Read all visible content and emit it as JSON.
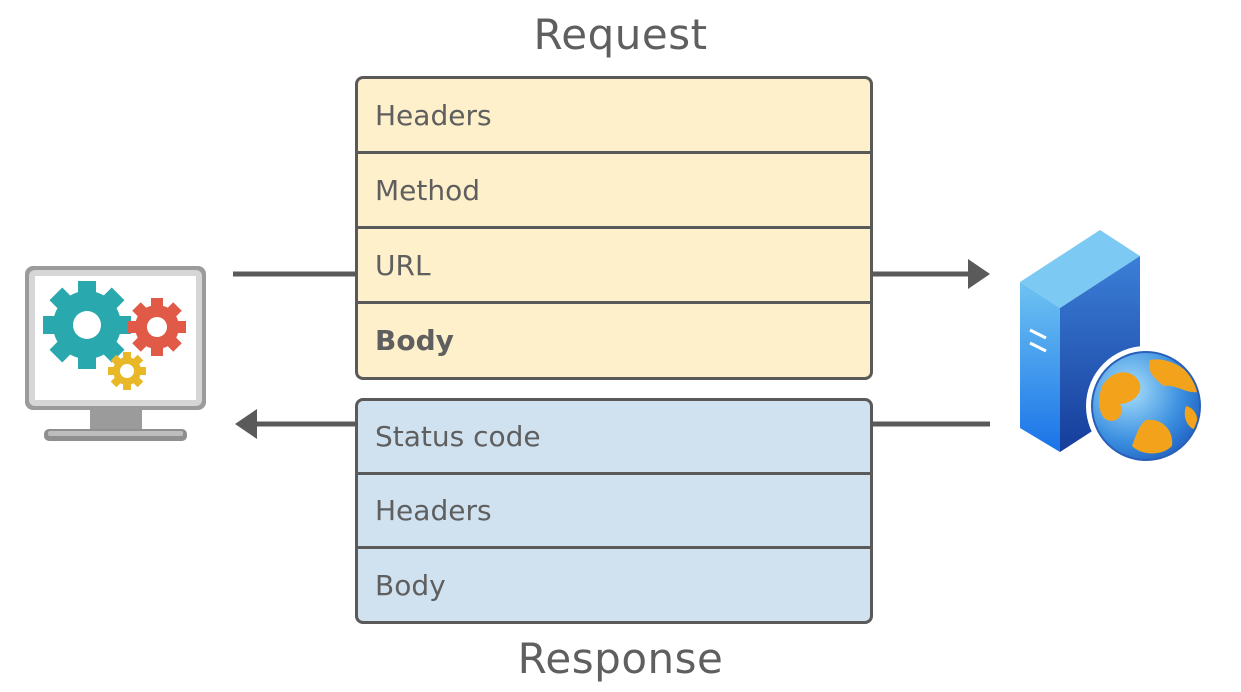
{
  "request": {
    "title": "Request",
    "rows": [
      "Headers",
      "Method",
      "URL",
      "Body"
    ]
  },
  "response": {
    "title": "Response",
    "rows": [
      "Status code",
      "Headers",
      "Body"
    ]
  },
  "colors": {
    "request_fill": "#fdf0cb",
    "response_fill": "#d0e2f0",
    "border": "#5a5a5a",
    "text": "#5f5f5f",
    "arrow": "#5a5a5a"
  },
  "icons": {
    "client": "computer-with-gears-icon",
    "server": "web-server-globe-icon"
  }
}
